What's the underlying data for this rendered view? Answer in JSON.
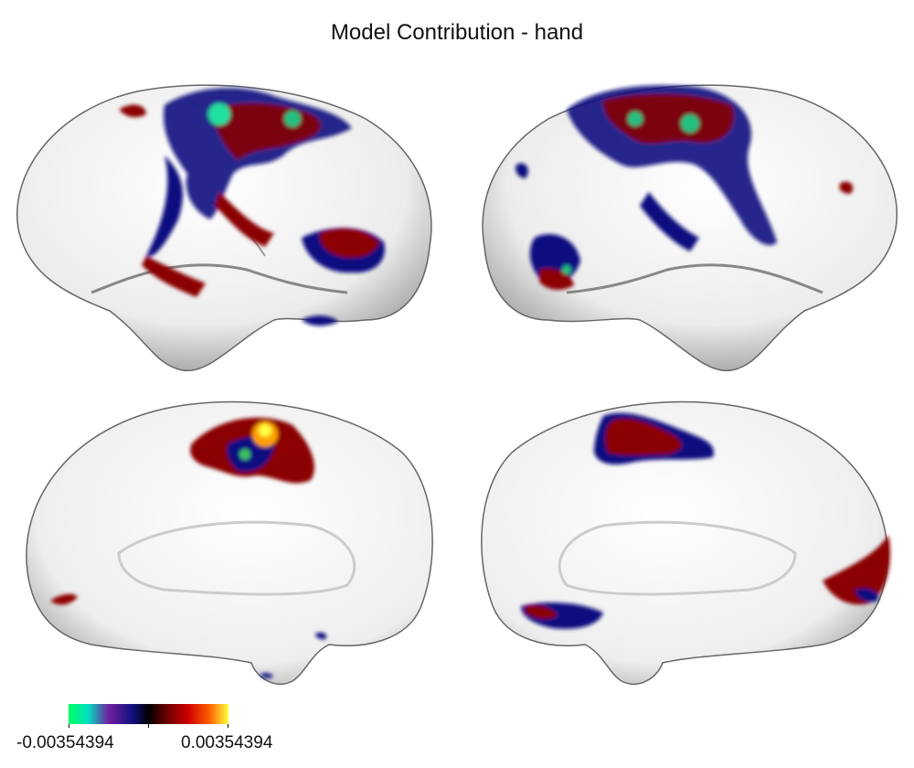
{
  "title": "Model Contribution - hand",
  "colorbar": {
    "min_label": "-0.00354394",
    "max_label": "0.00354394",
    "min_value": -0.00354394,
    "max_value": 0.00354394,
    "colors": [
      "#00ff60",
      "#00e0c0",
      "#7020a0",
      "#101080",
      "#000000",
      "#600000",
      "#d00000",
      "#ff6000",
      "#ffff40"
    ]
  },
  "views": [
    "lateral-left",
    "lateral-right",
    "medial-left",
    "medial-right"
  ]
}
